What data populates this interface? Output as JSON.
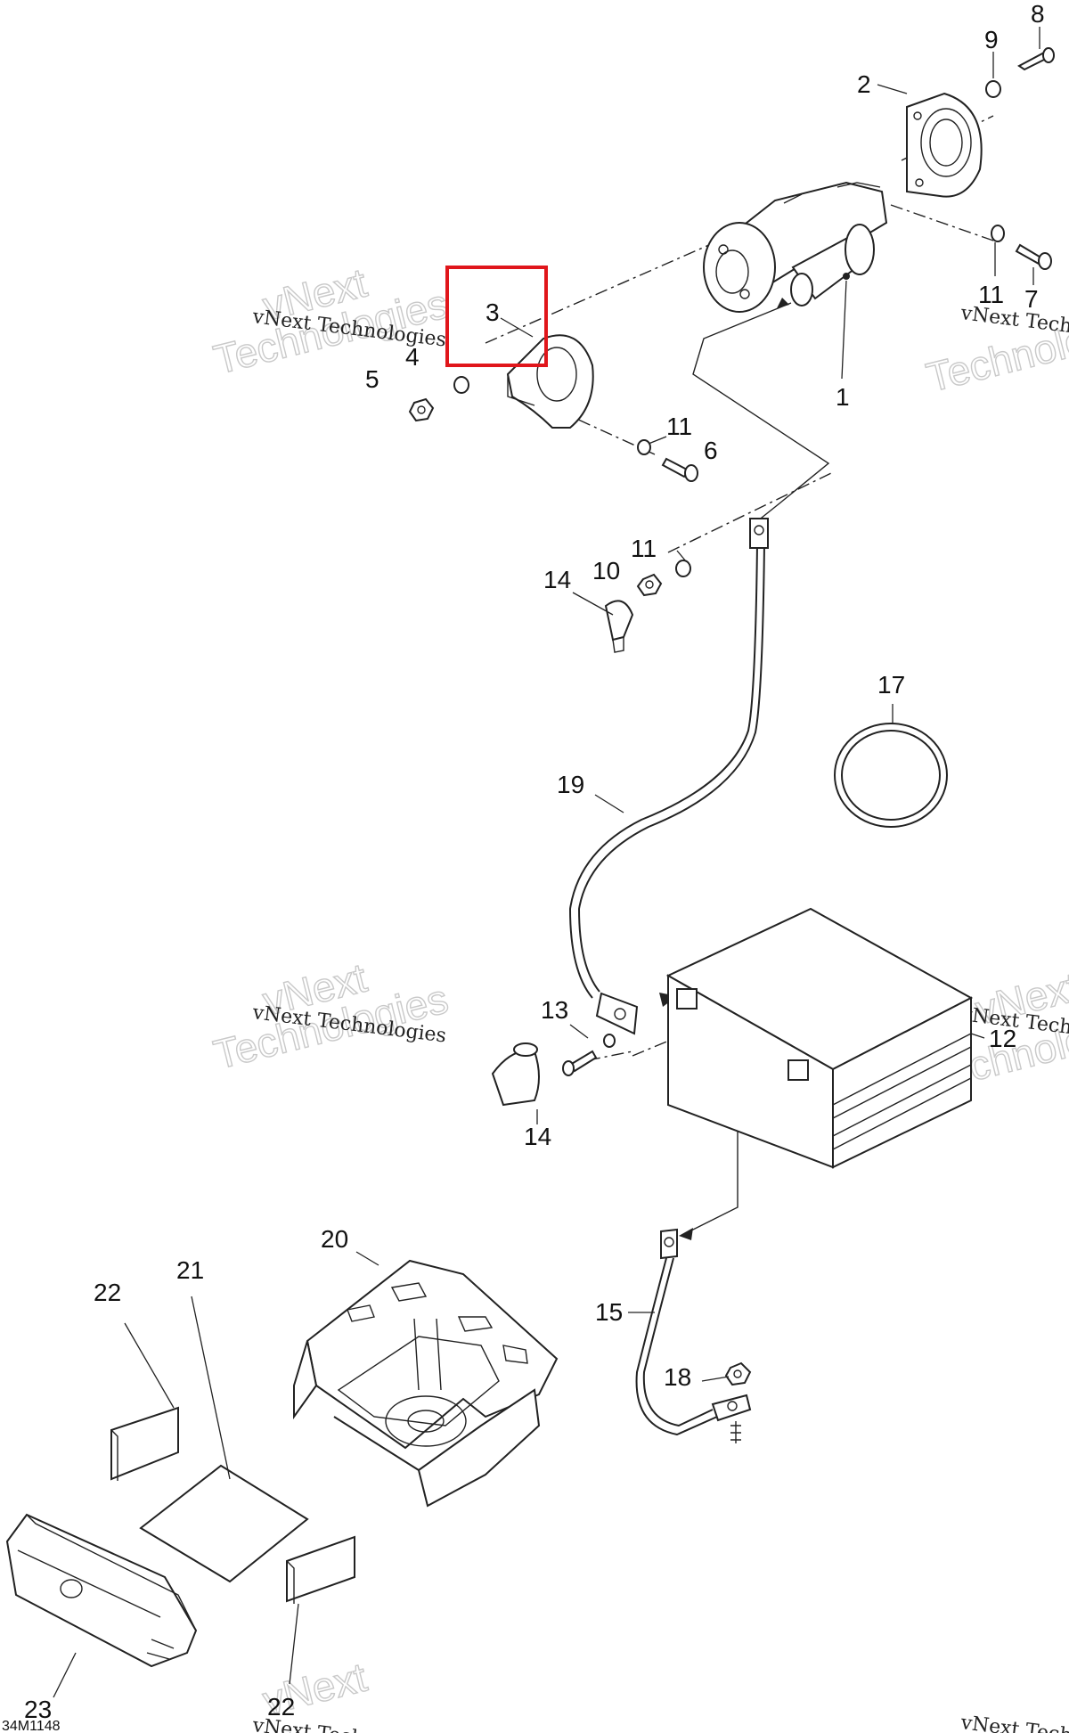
{
  "drawing_code": "34M1148",
  "watermark": {
    "line1": "vNext Technologies",
    "line2": "vNext",
    "line3": "Technologies"
  },
  "highlight_color": "#e0161b",
  "callouts": [
    {
      "id": "c8",
      "text": "8"
    },
    {
      "id": "c9",
      "text": "9"
    },
    {
      "id": "c2",
      "text": "2"
    },
    {
      "id": "c11a",
      "text": "11"
    },
    {
      "id": "c7",
      "text": "7"
    },
    {
      "id": "c3",
      "text": "3"
    },
    {
      "id": "c4",
      "text": "4"
    },
    {
      "id": "c5",
      "text": "5"
    },
    {
      "id": "c1",
      "text": "1"
    },
    {
      "id": "c11b",
      "text": "11"
    },
    {
      "id": "c6",
      "text": "6"
    },
    {
      "id": "c11c",
      "text": "11"
    },
    {
      "id": "c10",
      "text": "10"
    },
    {
      "id": "c14a",
      "text": "14"
    },
    {
      "id": "c17",
      "text": "17"
    },
    {
      "id": "c19",
      "text": "19"
    },
    {
      "id": "c13",
      "text": "13"
    },
    {
      "id": "c12",
      "text": "12"
    },
    {
      "id": "c14b",
      "text": "14"
    },
    {
      "id": "c20",
      "text": "20"
    },
    {
      "id": "c22a",
      "text": "22"
    },
    {
      "id": "c21",
      "text": "21"
    },
    {
      "id": "c15",
      "text": "15"
    },
    {
      "id": "c18",
      "text": "18"
    },
    {
      "id": "c23",
      "text": "23"
    },
    {
      "id": "c22b",
      "text": "22"
    }
  ]
}
